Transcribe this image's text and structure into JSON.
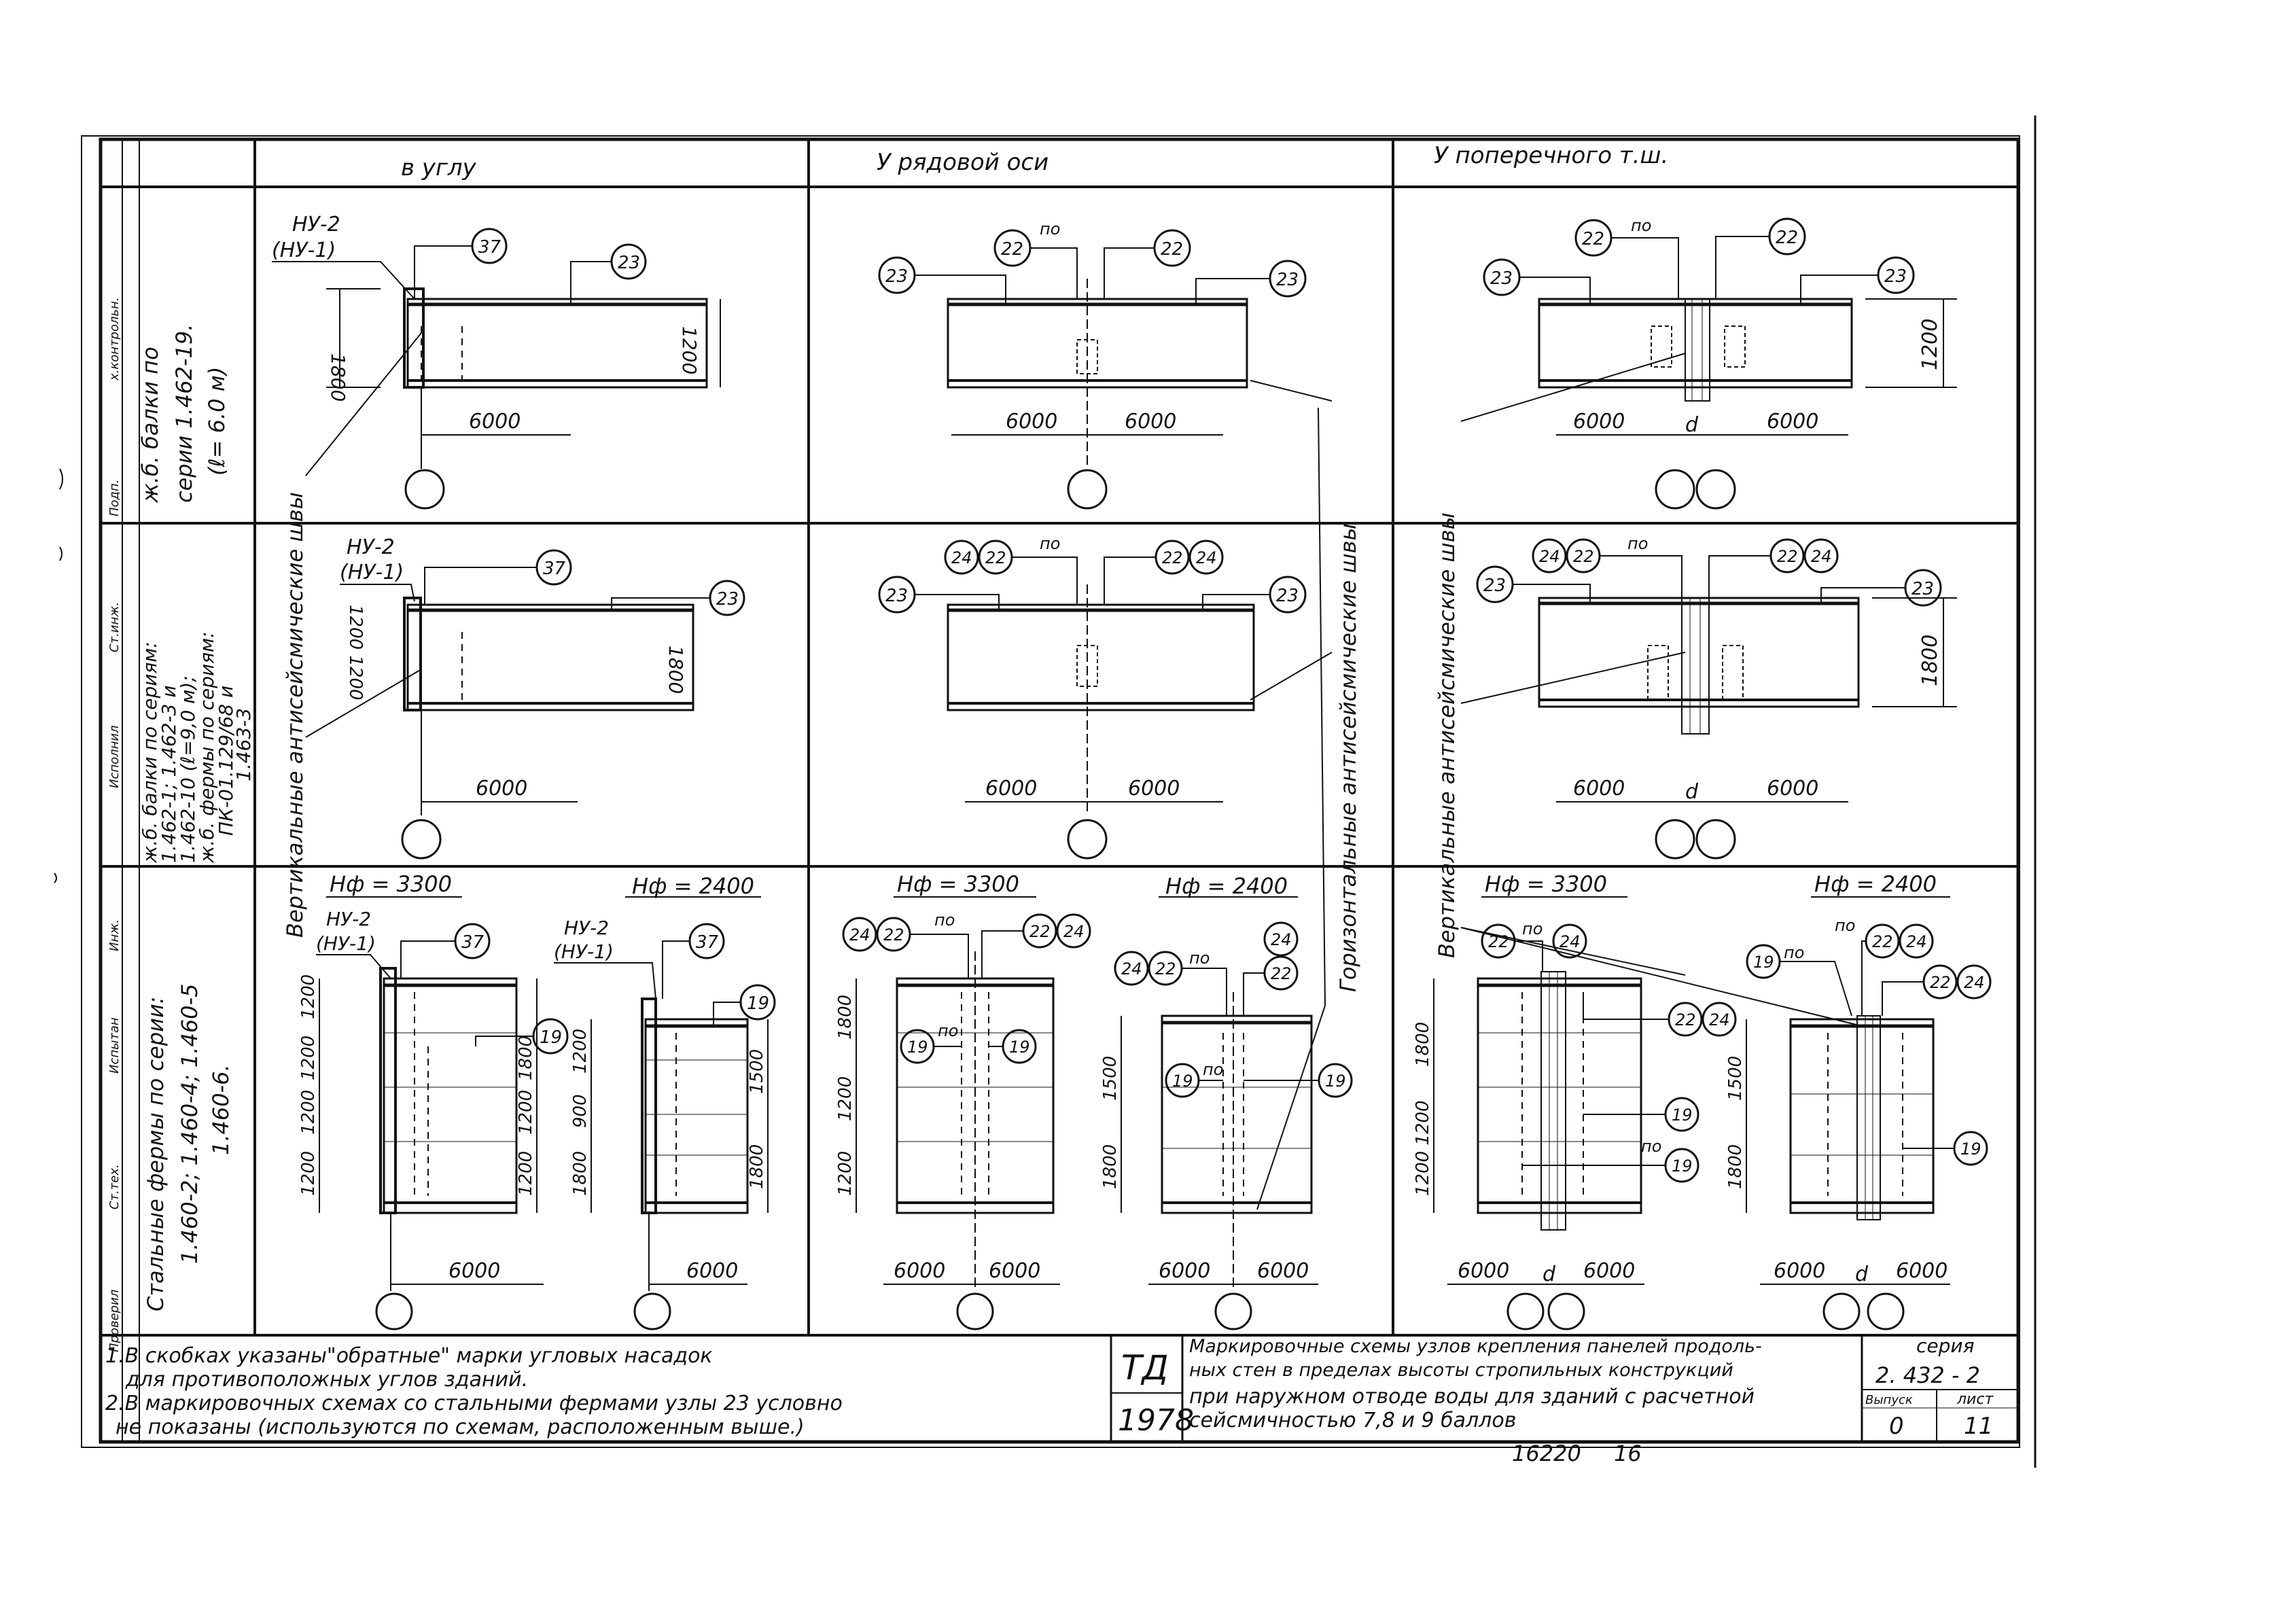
{
  "columns": {
    "corner": "в углу",
    "row_axis": "У рядовой   оси",
    "transverse_joint": "У   поперечного        т.ш."
  },
  "rows": [
    {
      "lines": [
        "ж.б. балки по",
        "серии 1.462-19.",
        "(ℓ= 6.0 м)"
      ]
    },
    {
      "lines": [
        "ж.б. балки по сериям:",
        "1.462-1; 1.462-3  и",
        "1.462-10   (ℓ=9,0 м);",
        "ж.б. фермы по сериям:",
        "ПК-01.129/68 и",
        "1.463-3"
      ]
    },
    {
      "lines": [
        "Стальные  фермы по серии:",
        "1.460-2;  1.460-4; 1.460-5",
        "1.460-6."
      ]
    }
  ],
  "left_strip": [
    "х.контрольн.",
    "Подп.",
    "Ст.инж.",
    "Исполнил",
    "Инж.",
    "Испытан",
    "Ст.тех.",
    "Проверил"
  ],
  "seam_labels": {
    "vertical_left": "Вертикальные  антисейсмические  швы",
    "horizontal_mid": "Горизонтальные  антисейсмические  швы",
    "vertical_right": "Вертикальные  антисейсмические  швы"
  },
  "marks": {
    "ny2": "НУ-2",
    "ny1": "(НУ-1)",
    "m37": "37",
    "m23": "23",
    "m22": "22",
    "m24": "24",
    "m19": "19",
    "po": "по",
    "d": "d"
  },
  "dims": {
    "d6000": "6000",
    "d1200": "1200",
    "d1800": "1800",
    "d1500": "1500",
    "d900": "900",
    "d1200x2": "1200 1200",
    "hf3300": "Нф = 3300",
    "hf2400": "Нф = 2400"
  },
  "notes": [
    "1.В скобках указаны\"обратные\" марки угловых насадок",
    "для противоположных углов зданий.",
    "2.В маркировочных схемах со стальными фермами узлы 23 условно",
    "не показаны (используются по схемам, расположенным выше.)"
  ],
  "stamp": {
    "td": "ТД",
    "year": "1978",
    "title_lines": [
      "Маркировочные схемы узлов крепления панелей продоль-",
      "ных стен в пределах высоты стропильных конструкций",
      "при наружном отводе воды для зданий с расчетной",
      "сейсмичностью  7,8 и 9 баллов"
    ],
    "series_label": "серия",
    "series_value": "2. 432 - 2",
    "issue_label": "Выпуск",
    "issue_value": "0",
    "sheet_label": "лист",
    "sheet_value": "11"
  },
  "bottom": {
    "archive_no": "16220",
    "page_no": "16"
  }
}
